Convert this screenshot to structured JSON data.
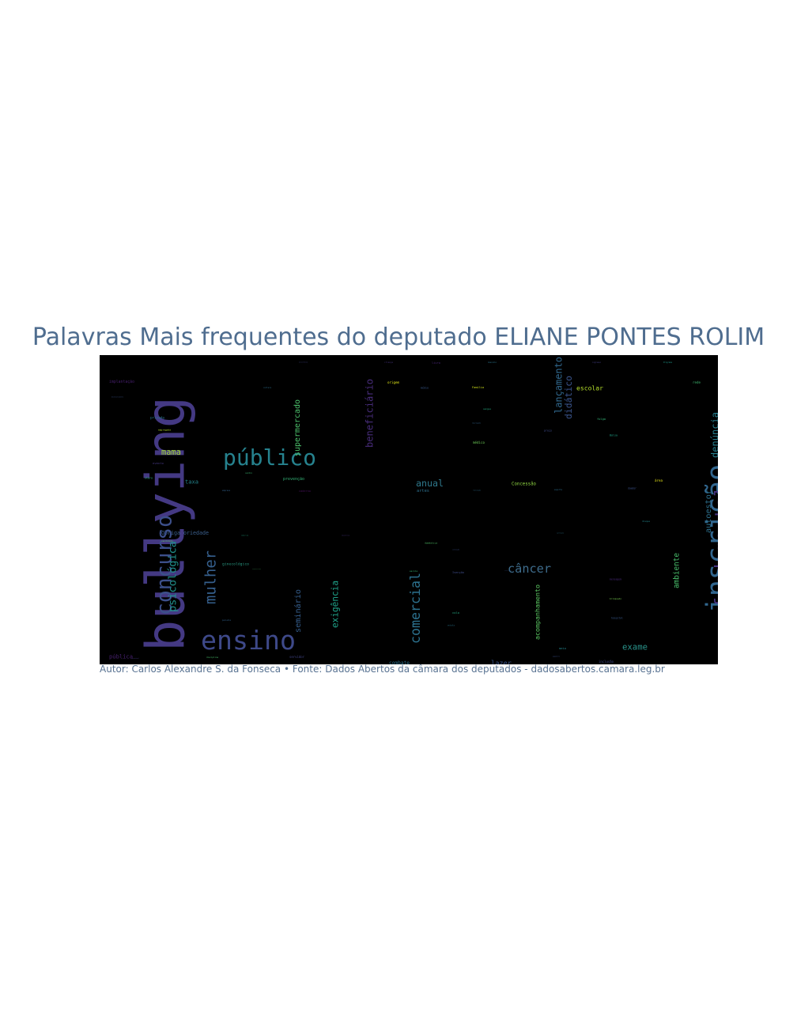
{
  "title": "Palavras Mais frequentes do deputado ELIANE PONTES ROLIM",
  "credit": "Autor: Carlos Alexandre S. da Fonseca • Fonte: Dados Abertos da câmara dos deputados - dadosabertos.camara.leg.br",
  "background": "#000000",
  "words": [
    {
      "text": "público",
      "color": "#26828e"
    },
    {
      "text": "ensino",
      "color": "#3e4989"
    },
    {
      "text": "Obrigatoriedade",
      "color": "#3b5f8c"
    },
    {
      "text": "bullying",
      "color": "#443983"
    },
    {
      "text": "câncer",
      "color": "#3e6c8c"
    },
    {
      "text": "implantação",
      "color": "#481f70"
    },
    {
      "text": "escolar",
      "color": "#b5de2b"
    },
    {
      "text": "ginecológico",
      "color": "#2a9c85"
    },
    {
      "text": "Concessão",
      "color": "#90d743"
    },
    {
      "text": "anual",
      "color": "#2f7a8e"
    },
    {
      "text": "prevenção",
      "color": "#35b779"
    },
    {
      "text": "inscrição",
      "color": "#31668e"
    },
    {
      "text": "exame",
      "color": "#2a938b"
    },
    {
      "text": "pública",
      "color": "#482071"
    },
    {
      "text": "concurso",
      "color": "#3c4f8a"
    },
    {
      "text": "mulher",
      "color": "#355f8d"
    },
    {
      "text": "combate",
      "color": "#2c728e"
    },
    {
      "text": "lazer",
      "color": "#3a548c"
    },
    {
      "text": "mama",
      "color": "#a5db36"
    },
    {
      "text": "privada",
      "color": "#2a788e"
    },
    {
      "text": "empregada",
      "color": "#b8de29"
    },
    {
      "text": "desenvolvimento",
      "color": "#3b528b"
    },
    {
      "text": "servidor",
      "color": "#414487"
    },
    {
      "text": "inclusão",
      "color": "#3e4a89"
    },
    {
      "text": "disciplina",
      "color": "#4ac16d"
    },
    {
      "text": "fundamental",
      "color": "#46327e"
    },
    {
      "text": "psicológica",
      "color": "#21918c"
    },
    {
      "text": "candidato",
      "color": "#5ec962"
    },
    {
      "text": "doméstica",
      "color": "#52c569"
    },
    {
      "text": "brinquedo",
      "color": "#7ad151"
    },
    {
      "text": "hospital",
      "color": "#38598c"
    },
    {
      "text": "mensagem",
      "color": "#482878"
    },
    {
      "text": "comercial",
      "color": "#2c718e"
    },
    {
      "text": "origem",
      "color": "#dde318"
    },
    {
      "text": "Família",
      "color": "#d0e11c"
    },
    {
      "text": "médico",
      "color": "#6ece58"
    },
    {
      "text": "Isenção",
      "color": "#3e4c8a"
    },
    {
      "text": "taxa",
      "color": "#24868e"
    },
    {
      "text": "evento",
      "color": "#453781"
    },
    {
      "text": "artes",
      "color": "#2d708e"
    },
    {
      "text": "caderno",
      "color": "#440f57"
    },
    {
      "text": "assistência",
      "color": "#404588"
    },
    {
      "text": "criança",
      "color": "#46337e"
    },
    {
      "text": "livro",
      "color": "#482576"
    },
    {
      "text": "desconto",
      "color": "#2b748e"
    },
    {
      "text": "ingresso",
      "color": "#433e85"
    },
    {
      "text": "Programa",
      "color": "#1f988b"
    },
    {
      "text": "rede",
      "color": "#3fbc73"
    },
    {
      "text": "cultura",
      "color": "#2d708e"
    },
    {
      "text": "médio",
      "color": "#38588c"
    },
    {
      "text": "beneficiário",
      "color": "#472c7a"
    },
    {
      "text": "supermercado",
      "color": "#4cc26c"
    },
    {
      "text": "lançamento",
      "color": "#31688e"
    },
    {
      "text": "didático",
      "color": "#3a548c"
    },
    {
      "text": "sangue",
      "color": "#26ad81"
    },
    {
      "text": "empregado",
      "color": "#32648e"
    },
    {
      "text": "preço",
      "color": "#3e4a89"
    },
    {
      "text": "folga",
      "color": "#34b679"
    },
    {
      "text": "Bolsa",
      "color": "#1fa187"
    },
    {
      "text": "denúncia",
      "color": "#277f8e"
    },
    {
      "text": "útero",
      "color": "#2db27d"
    },
    {
      "text": "centro",
      "color": "#3dbc74"
    },
    {
      "text": "área",
      "color": "#e5e419"
    },
    {
      "text": "doador",
      "color": "#3b528b"
    },
    {
      "text": "esporte",
      "color": "#2e6e8e"
    },
    {
      "text": "realização",
      "color": "#2e6f8e"
    },
    {
      "text": "empresa",
      "color": "#33638d"
    },
    {
      "text": "autoestor",
      "color": "#2d708e"
    },
    {
      "text": "disque",
      "color": "#23888e"
    },
    {
      "text": "comércio",
      "color": "#22a884"
    },
    {
      "text": "educativa",
      "color": "#46337e"
    },
    {
      "text": "currículo",
      "color": "#2c738e"
    },
    {
      "text": "exibição",
      "color": "#3c4f8a"
    },
    {
      "text": "disponibilidade",
      "color": "#4ec36b"
    },
    {
      "text": "escola",
      "color": "#38b977"
    },
    {
      "text": "estabelecimento",
      "color": "#3b528b"
    },
    {
      "text": "ambiente",
      "color": "#4ac16d"
    },
    {
      "text": "acompanhamento",
      "color": "#5cc863"
    },
    {
      "text": "seminário",
      "color": "#355e8d"
    },
    {
      "text": "exigência",
      "color": "#1fa188"
    },
    {
      "text": "paciente",
      "color": "#32648e"
    },
    {
      "text": "colo",
      "color": "#23a983"
    },
    {
      "text": "veículo",
      "color": "#2a778e"
    },
    {
      "text": "meio",
      "color": "#24868e"
    },
    {
      "text": "pagamento",
      "color": "#3c4f8a"
    },
    {
      "text": "sustentável",
      "color": "#443983"
    }
  ]
}
